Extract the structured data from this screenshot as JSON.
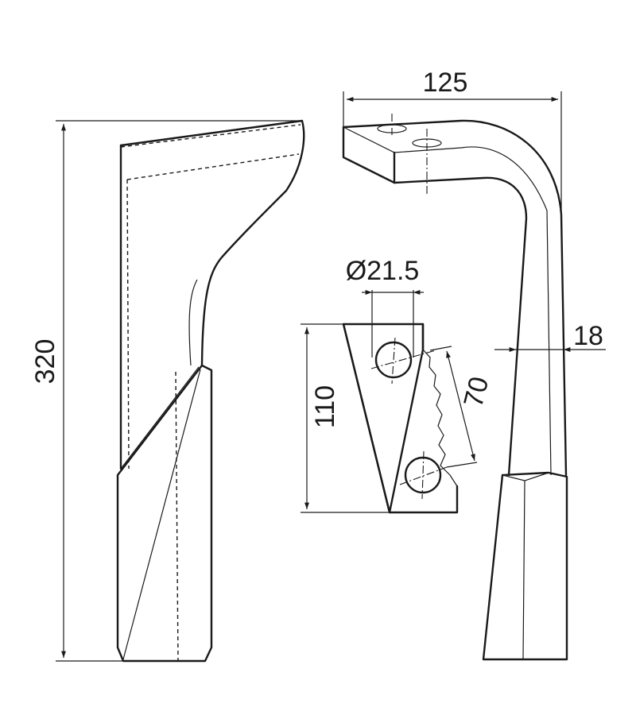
{
  "dimensions": {
    "total_height": "320",
    "width_top": "125",
    "thickness": "18",
    "hole_diameter": "Ø21.5",
    "mount_height": "110",
    "hole_spacing": "70"
  }
}
